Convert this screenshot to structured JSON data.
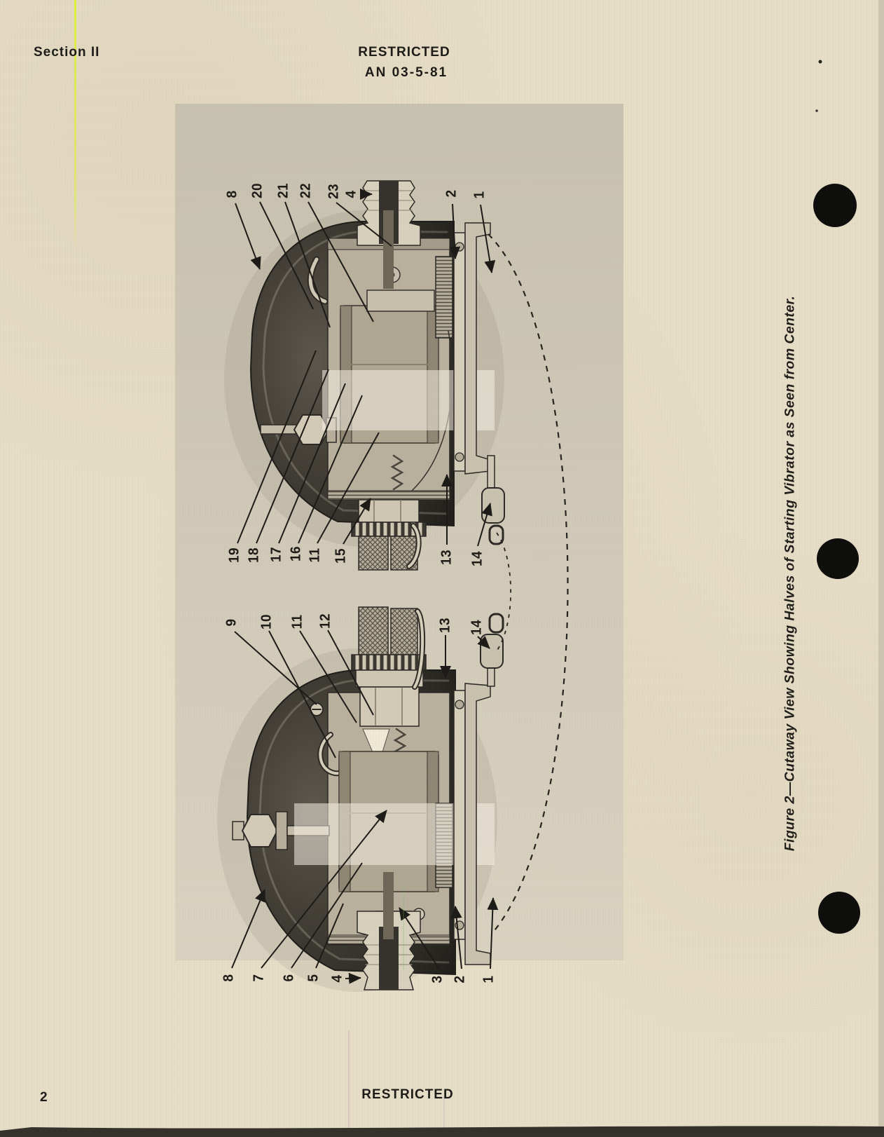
{
  "header": {
    "section": "Section II",
    "classification": "RESTRICTED",
    "doc_number": "AN 03-5-81"
  },
  "footer": {
    "classification": "RESTRICTED",
    "page_number": "2"
  },
  "figure": {
    "caption": "Figure 2—Cutaway View Showing Halves of Starting Vibrator as Seen from Center.",
    "top_view": {
      "callouts_top": [
        "8",
        "20",
        "21",
        "22",
        "23",
        "4",
        "2",
        "1"
      ],
      "callouts_bottom": [
        "19",
        "18",
        "17",
        "16",
        "11",
        "15",
        "13",
        "14"
      ]
    },
    "bottom_view": {
      "callouts_top": [
        "9",
        "10",
        "11",
        "12",
        "13",
        "14"
      ],
      "callouts_bottom": [
        "8",
        "7",
        "6",
        "5",
        "4",
        "3",
        "2",
        "1"
      ]
    }
  }
}
